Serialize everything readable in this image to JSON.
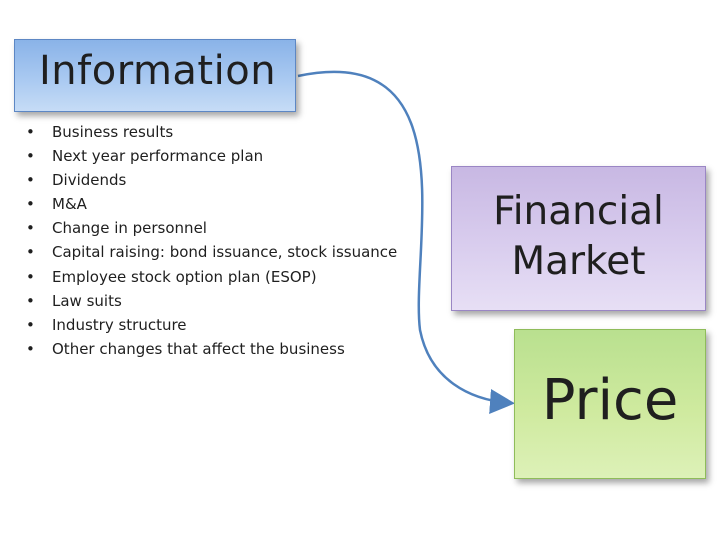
{
  "information": {
    "title": "Information"
  },
  "bullets": [
    "Business results",
    "Next year performance plan",
    "Dividends",
    "M&A",
    "Change in personnel",
    "Capital raising: bond issuance, stock issuance",
    "Employee stock option plan (ESOP)",
    "Law suits",
    "Industry structure",
    "Other changes that affect the business"
  ],
  "bullet_glyph": "•",
  "market": {
    "label": "Financial\nMarket"
  },
  "price": {
    "label": "Price"
  },
  "colors": {
    "info_box": "#a9c9f1",
    "market_box": "#d9cdee",
    "price_box": "#cfea9f",
    "arrow": "#4f81bd"
  }
}
